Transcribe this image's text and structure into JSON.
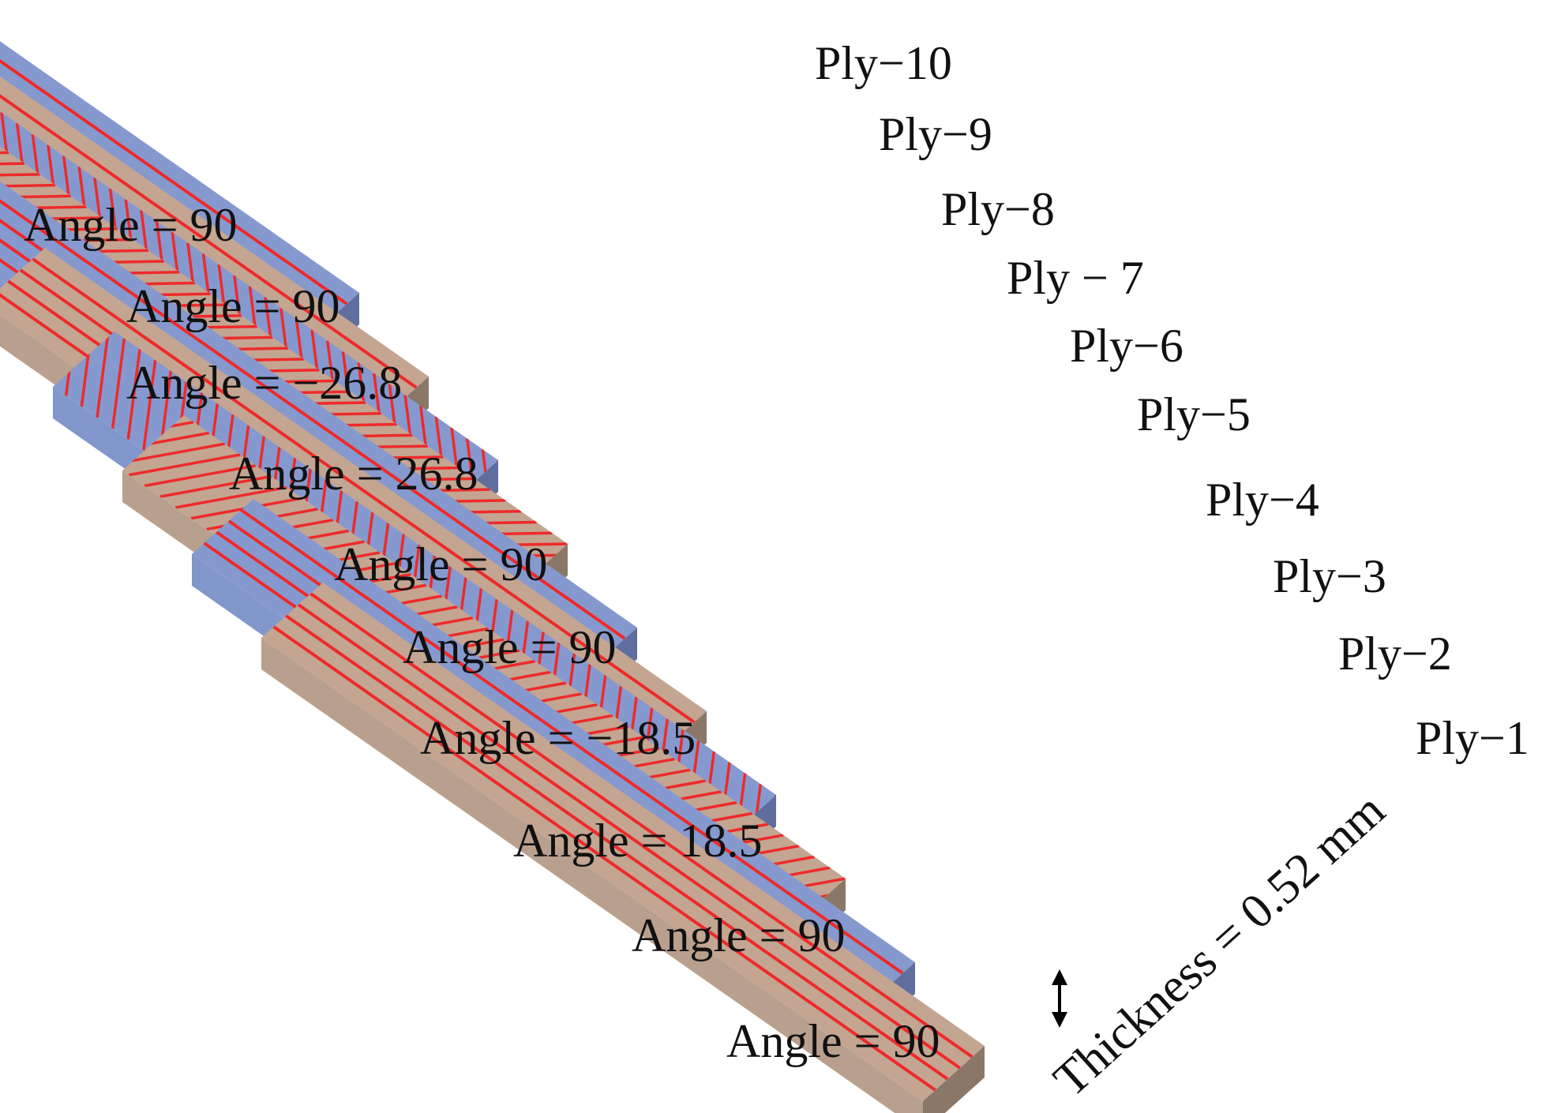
{
  "colors": {
    "beige_top": "#c3a592",
    "beige_side": "#8a7768",
    "beige_front": "#b9a08e",
    "blue_top": "#8699cf",
    "blue_side": "#5f6e9e",
    "blue_front": "#8196cb",
    "fiber": "#ee2a2a",
    "arrow": "#000000"
  },
  "plies": [
    {
      "ply_label": "Ply−1",
      "angle_label": "Angle = 90",
      "angle": 90,
      "material": "beige"
    },
    {
      "ply_label": "Ply−2",
      "angle_label": "Angle = 90",
      "angle": 90,
      "material": "blue"
    },
    {
      "ply_label": "Ply−3",
      "angle_label": "Angle = 18.5",
      "angle": 18.5,
      "material": "beige"
    },
    {
      "ply_label": "Ply−4",
      "angle_label": "Angle = −18.5",
      "angle": -18.5,
      "material": "blue"
    },
    {
      "ply_label": "Ply−5",
      "angle_label": "Angle = 90",
      "angle": 90,
      "material": "beige"
    },
    {
      "ply_label": "Ply−6",
      "angle_label": "Angle = 90",
      "angle": 90,
      "material": "blue"
    },
    {
      "ply_label": "Ply − 7",
      "angle_label": "Angle = 26.8",
      "angle": 26.8,
      "material": "beige"
    },
    {
      "ply_label": "Ply−8",
      "angle_label": "Angle = −26.8",
      "angle": -26.8,
      "material": "blue"
    },
    {
      "ply_label": "Ply−9",
      "angle_label": "Angle = 90",
      "angle": 90,
      "material": "beige"
    },
    {
      "ply_label": "Ply−10",
      "angle_label": "Angle = 90",
      "angle": 90,
      "material": "blue"
    }
  ],
  "thickness_label": "Thickness = 0.52 mm"
}
